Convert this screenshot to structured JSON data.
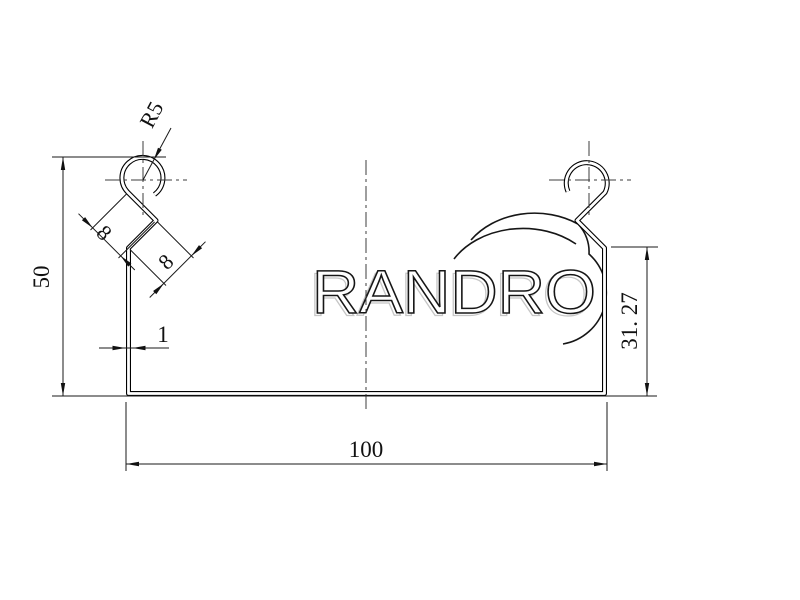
{
  "watermark": {
    "text": "RANDRO"
  },
  "dimensions": {
    "corner_radius": "R5",
    "hook_segment_upper": "8",
    "hook_segment_lower": "8",
    "overall_height": "50",
    "material_thickness": "1",
    "overall_width": "100",
    "right_wall_height": "31. 27"
  },
  "colors": {
    "ink": "#1a1a1a",
    "centerline": "#3c3c3c",
    "watermark_ghost": "#c6c6c6",
    "background": "#ffffff"
  }
}
